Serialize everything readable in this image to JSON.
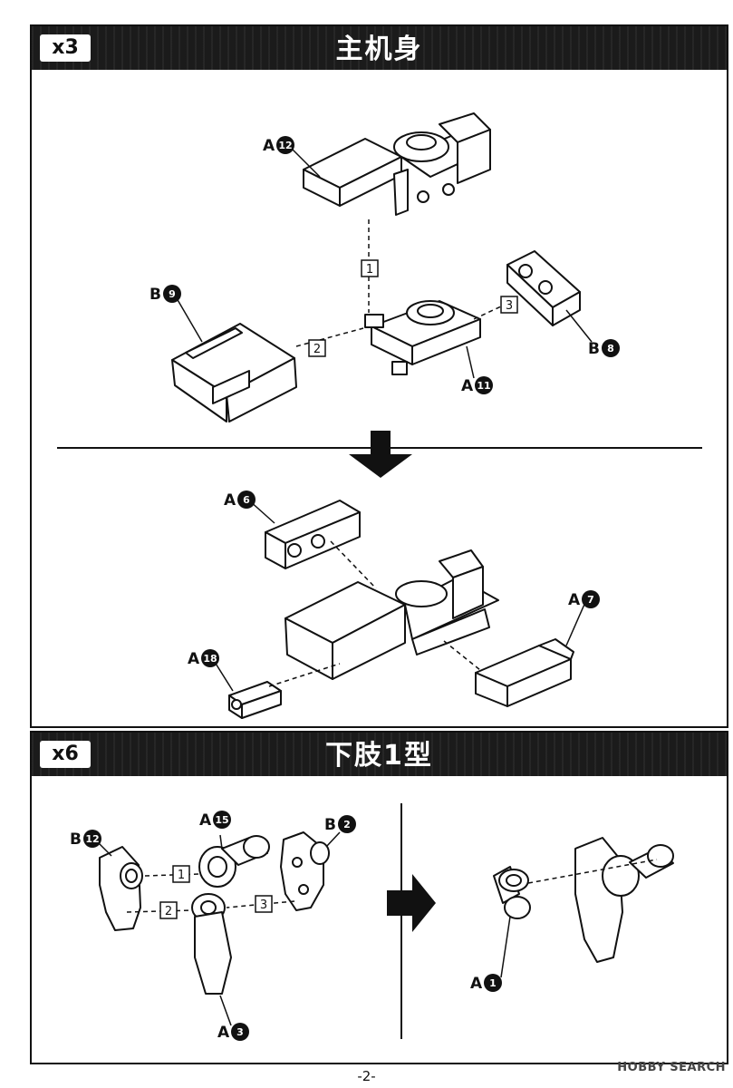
{
  "section1": {
    "qty": "x3",
    "title": "主机身",
    "parts": {
      "a12": {
        "letter": "A",
        "num": "12"
      },
      "b9": {
        "letter": "B",
        "num": "9"
      },
      "a11": {
        "letter": "A",
        "num": "11"
      },
      "b8": {
        "letter": "B",
        "num": "8"
      },
      "a6": {
        "letter": "A",
        "num": "6"
      },
      "a7": {
        "letter": "A",
        "num": "7"
      },
      "a18": {
        "letter": "A",
        "num": "18"
      }
    },
    "steps": [
      "1",
      "2",
      "3"
    ]
  },
  "section2": {
    "qty": "x6",
    "title": "下肢1型",
    "parts": {
      "b12": {
        "letter": "B",
        "num": "12"
      },
      "a15": {
        "letter": "A",
        "num": "15"
      },
      "b2": {
        "letter": "B",
        "num": "2"
      },
      "a3": {
        "letter": "A",
        "num": "3"
      },
      "a1": {
        "letter": "A",
        "num": "1"
      }
    },
    "steps": [
      "1",
      "2",
      "3"
    ]
  },
  "footer": {
    "page": "-2-",
    "watermark": "HOBBY SEARCH"
  }
}
